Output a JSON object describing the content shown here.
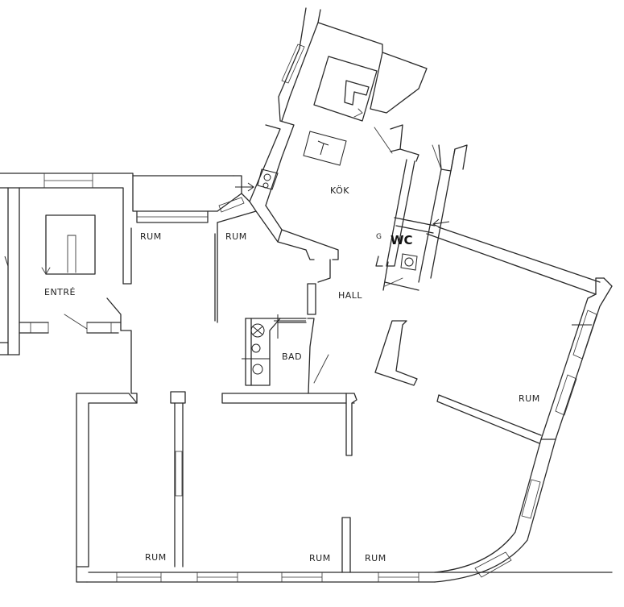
{
  "rooms": {
    "entre": "ENTRÉ",
    "rum_top_left": "RUM",
    "rum_top_mid": "RUM",
    "kok": "KÖK",
    "wc": "WC",
    "wc_prefix": "G",
    "hall": "HALL",
    "bad": "BAD",
    "rum_right": "RUM",
    "rum_bottom_left": "RUM",
    "rum_bottom_mid": "RUM",
    "rum_bottom_right": "RUM"
  },
  "colors": {
    "ink": "#2a2a2a",
    "paper": "#ffffff"
  }
}
